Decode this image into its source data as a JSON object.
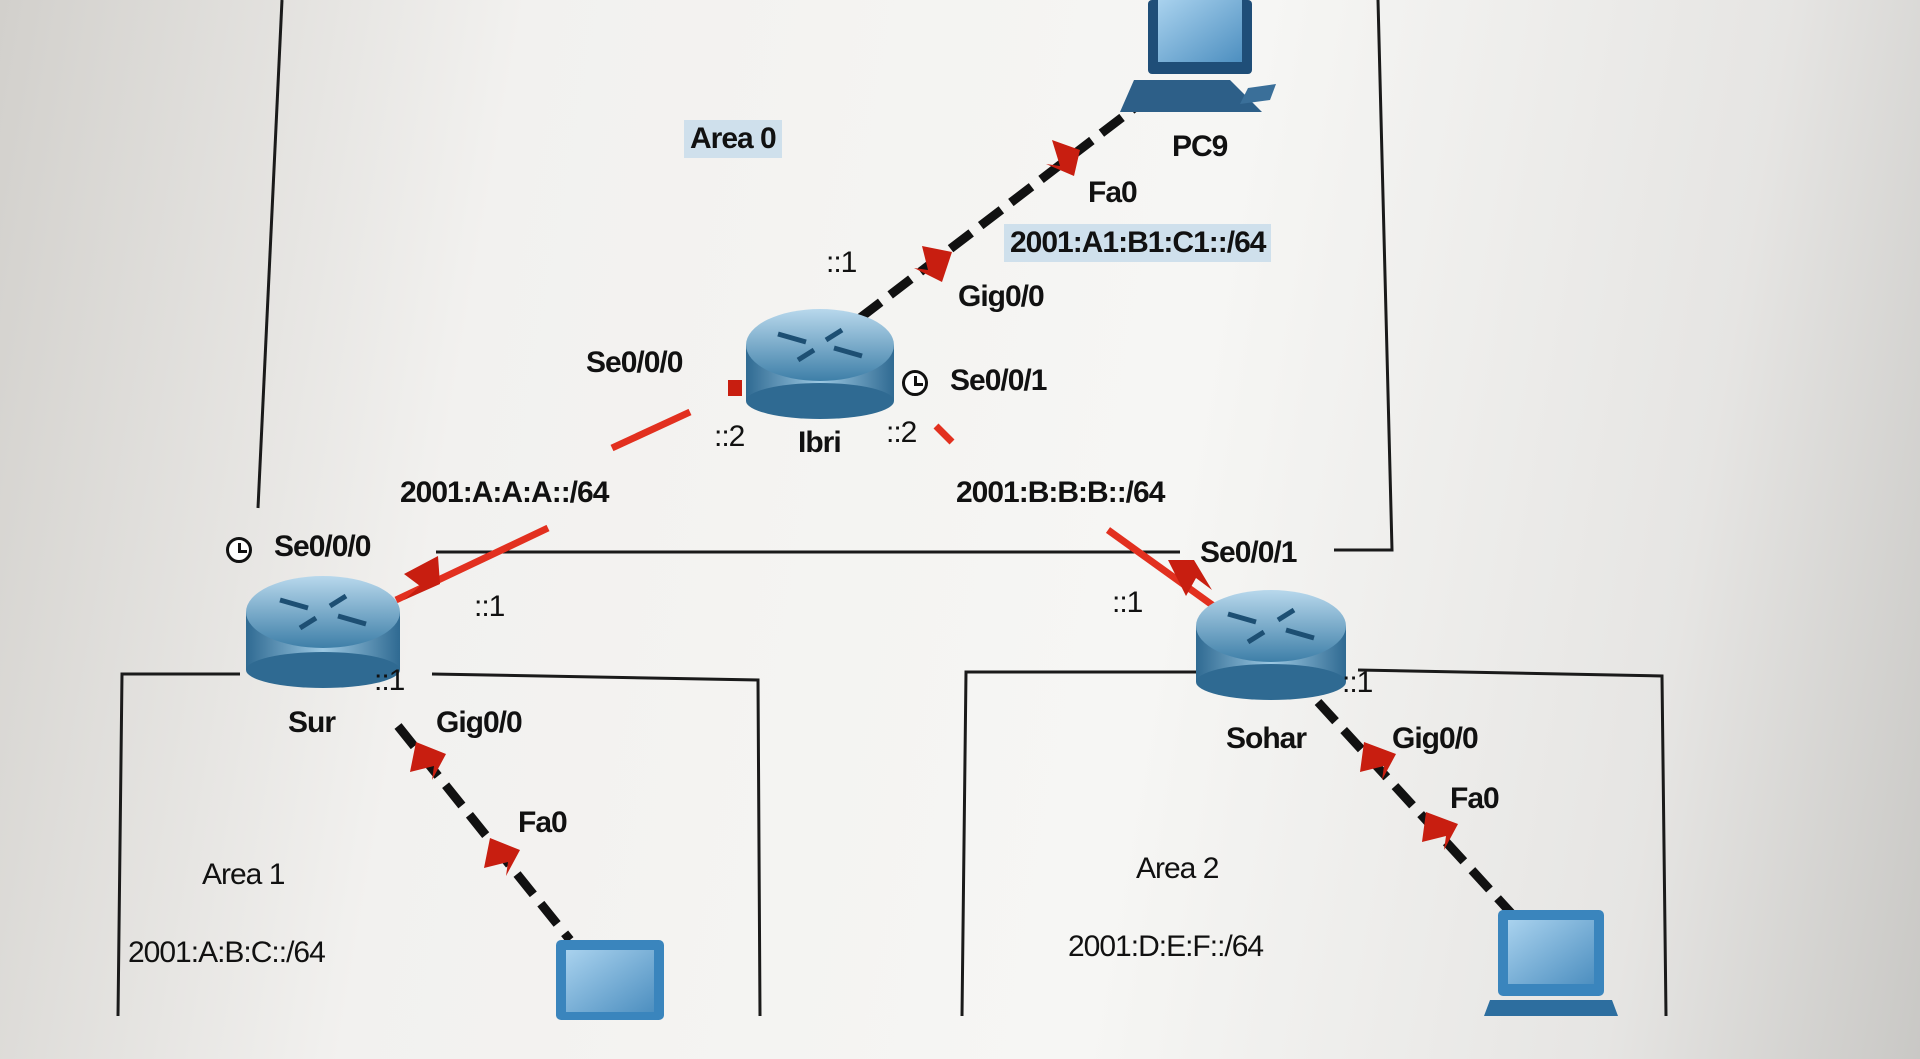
{
  "areas": {
    "area0": {
      "label": "Area 0"
    },
    "area1": {
      "label": "Area 1",
      "network": "2001:A:B:C::/64"
    },
    "area2": {
      "label": "Area 2",
      "network": "2001:D:E:F::/64"
    }
  },
  "devices": {
    "pc9": {
      "name": "PC9",
      "iface": "Fa0",
      "network": "2001:A1:B1:C1::/64"
    },
    "ibri": {
      "name": "Ibri",
      "gig": "Gig0/0",
      "gig_host": "::1",
      "se0": "Se0/0/0",
      "se0_host": "::2",
      "se1": "Se0/0/1",
      "se1_host": "::2"
    },
    "sur": {
      "name": "Sur",
      "se": "Se0/0/0",
      "se_host": "::1",
      "gig": "Gig0/0",
      "gig_host": "::1",
      "pc_iface": "Fa0"
    },
    "sohar": {
      "name": "Sohar",
      "se": "Se0/0/1",
      "se_host": "::1",
      "gig": "Gig0/0",
      "gig_host": "::1",
      "pc_iface": "Fa0"
    }
  },
  "links": {
    "ibri_sur": {
      "network": "2001:A:A:A::/64"
    },
    "ibri_sohar": {
      "network": "2001:B:B:B::/64"
    }
  },
  "colors": {
    "serial_link": "#e2301f",
    "ethernet_link": "#111111",
    "router_blue": "#3e7fa8",
    "pc_blue": "#5a9bc6",
    "highlight": "#cfe0ec"
  }
}
